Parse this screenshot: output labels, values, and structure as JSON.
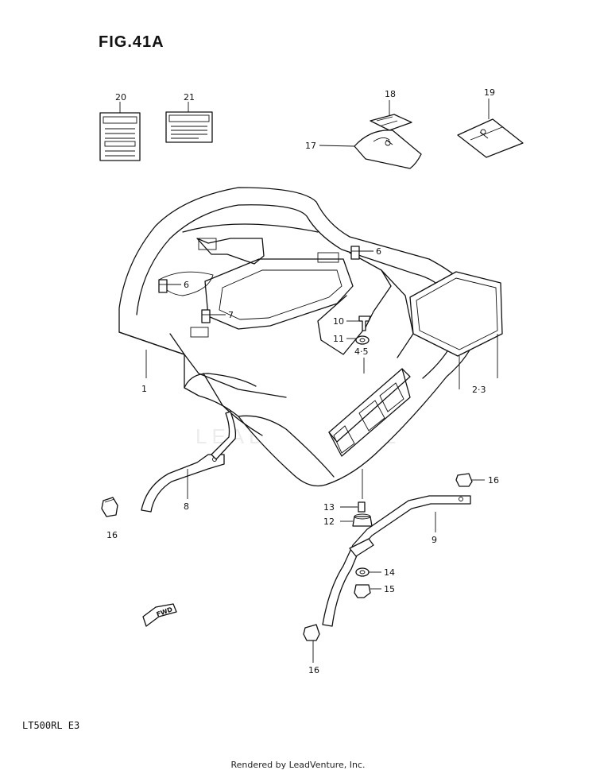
{
  "figure": {
    "title": "FIG.41A",
    "model": "LT500RL  E3",
    "footer": "Rendered by LeadVenture, Inc.",
    "watermark": "LEADVENTURE"
  },
  "callouts": {
    "c1": "1",
    "c23": "2·3",
    "c45": "4·5",
    "c6a": "6",
    "c6b": "6",
    "c7": "7",
    "c8": "8",
    "c9": "9",
    "c10": "10",
    "c11": "11",
    "c12": "12",
    "c13": "13",
    "c14": "14",
    "c15": "15",
    "c16a": "16",
    "c16b": "16",
    "c16c": "16",
    "c17": "17",
    "c18": "18",
    "c19": "19",
    "c20": "20",
    "c21": "21"
  },
  "arrow_label": "FWD"
}
